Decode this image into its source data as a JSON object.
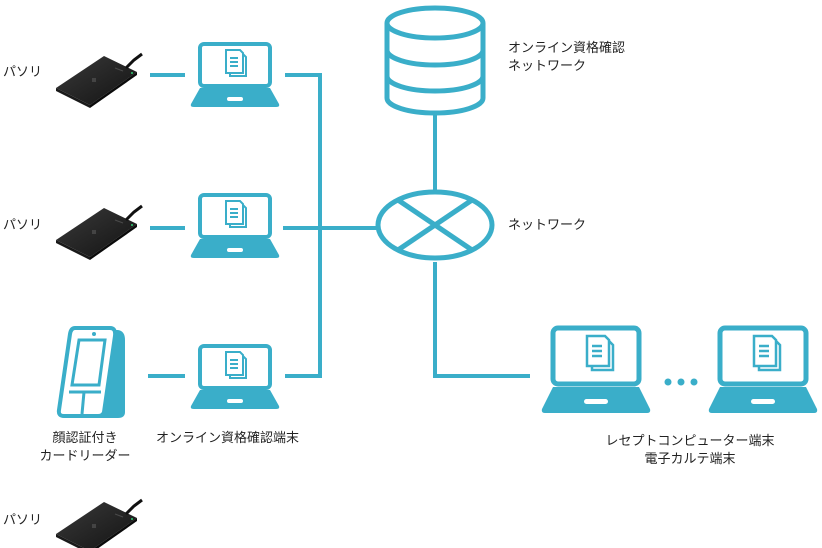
{
  "colors": {
    "accent": "#3aaec9",
    "reader": "#1f1f1f",
    "text": "#222222",
    "background": "#ffffff"
  },
  "labels": {
    "pasori_1": "パソリ",
    "pasori_2": "パソリ",
    "pasori_3": "パソリ",
    "face_reader_line1": "顔認証付き",
    "face_reader_line2": "カードリーダー",
    "online_terminal": "オンライン資格確認端末",
    "online_network_line1": "オンライン資格確認",
    "online_network_line2": "ネットワーク",
    "network": "ネットワーク",
    "receipt_line1": "レセプトコンピューター端末",
    "receipt_line2": "電子カルテ端末"
  },
  "icons": {
    "card_reader": "pasori-card-reader-icon",
    "laptop": "laptop-document-icon",
    "kiosk": "face-recognition-kiosk-icon",
    "database": "database-icon",
    "network_hub": "network-router-icon",
    "ellipsis": "ellipsis-icon"
  }
}
